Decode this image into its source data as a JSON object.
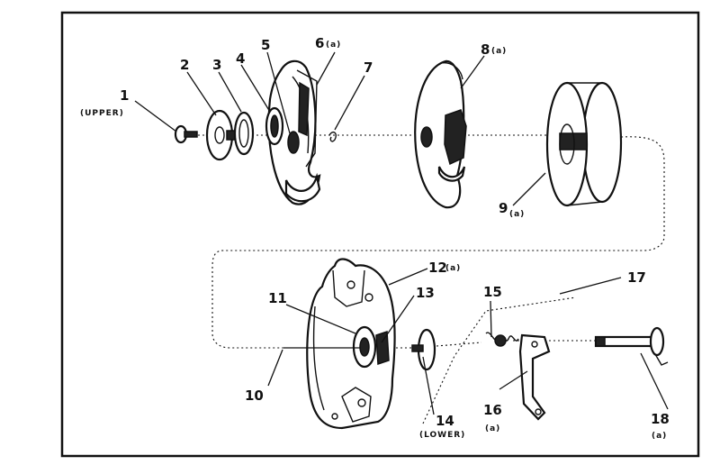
{
  "diagram": {
    "callouts": [
      {
        "id": "1",
        "text": "1",
        "sub": "(UPPER)"
      },
      {
        "id": "2",
        "text": "2",
        "sub": ""
      },
      {
        "id": "3",
        "text": "3",
        "sub": ""
      },
      {
        "id": "4",
        "text": "4",
        "sub": ""
      },
      {
        "id": "5",
        "text": "5",
        "sub": ""
      },
      {
        "id": "6",
        "text": "6",
        "sub": "(a)"
      },
      {
        "id": "7",
        "text": "7",
        "sub": ""
      },
      {
        "id": "8",
        "text": "8",
        "sub": "(a)"
      },
      {
        "id": "9",
        "text": "9",
        "sub": "(a)"
      },
      {
        "id": "10",
        "text": "10",
        "sub": ""
      },
      {
        "id": "11",
        "text": "11",
        "sub": ""
      },
      {
        "id": "12",
        "text": "12",
        "sub": "(a)"
      },
      {
        "id": "13",
        "text": "13",
        "sub": ""
      },
      {
        "id": "14",
        "text": "14",
        "sub": "(LOWER)"
      },
      {
        "id": "15",
        "text": "15",
        "sub": ""
      },
      {
        "id": "16",
        "text": "16",
        "sub": "(a)"
      },
      {
        "id": "17",
        "text": "17",
        "sub": ""
      },
      {
        "id": "18",
        "text": "18",
        "sub": "(a)"
      }
    ]
  }
}
